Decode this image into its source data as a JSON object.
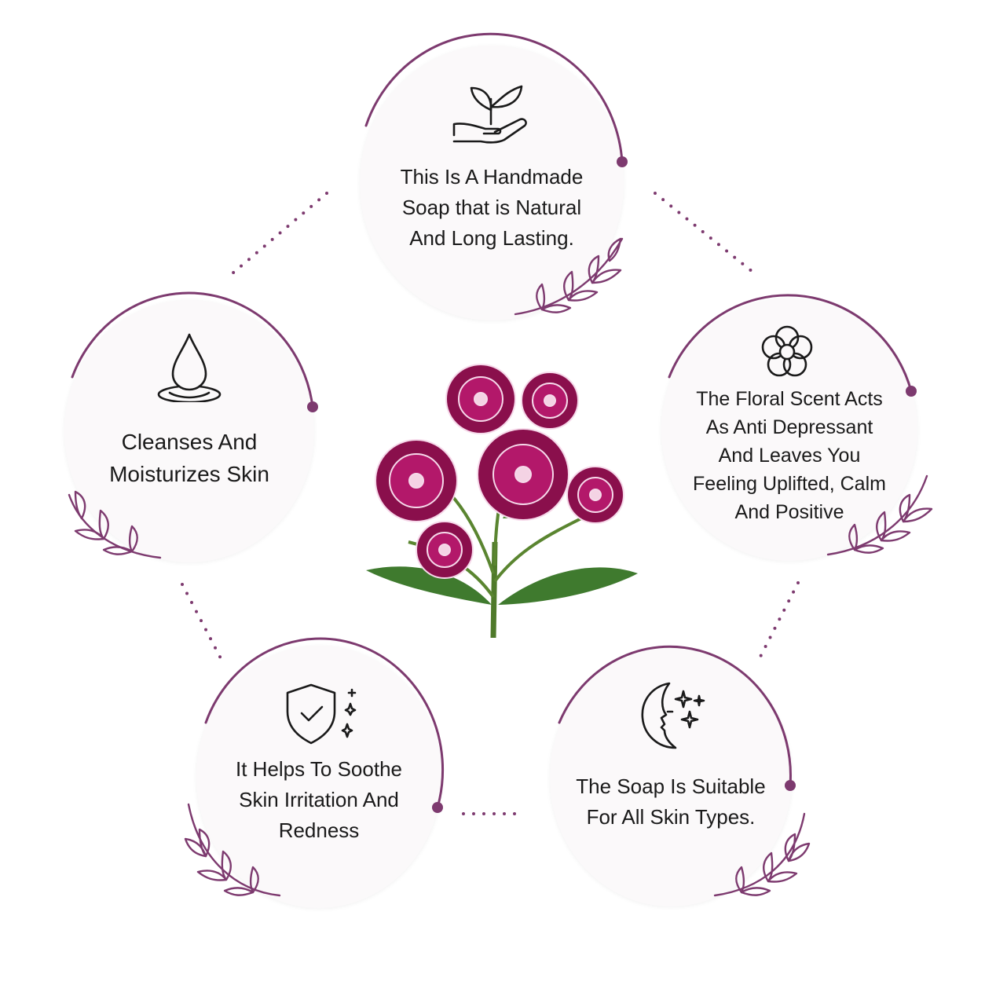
{
  "colors": {
    "accent": "#7d3a6f",
    "card_bg": "#fbf9fa",
    "text": "#1a1a1a"
  },
  "benefits": [
    {
      "icon": "hand-plant-icon",
      "lines": [
        "This Is A Handmade",
        "Soap that is Natural",
        "And Long Lasting."
      ]
    },
    {
      "icon": "flower-icon",
      "lines": [
        "The Floral Scent Acts",
        "As Anti Depressant",
        "And Leaves You",
        "Feeling Uplifted, Calm",
        "And Positive"
      ]
    },
    {
      "icon": "moon-face-stars-icon",
      "lines": [
        "The Soap Is Suitable",
        "For All Skin Types."
      ]
    },
    {
      "icon": "shield-check-icon",
      "lines": [
        "It Helps To Soothe",
        "Skin Irritation And",
        "Redness"
      ]
    },
    {
      "icon": "water-drop-icon",
      "lines": [
        "Cleanses And",
        "Moisturizes Skin"
      ]
    }
  ]
}
